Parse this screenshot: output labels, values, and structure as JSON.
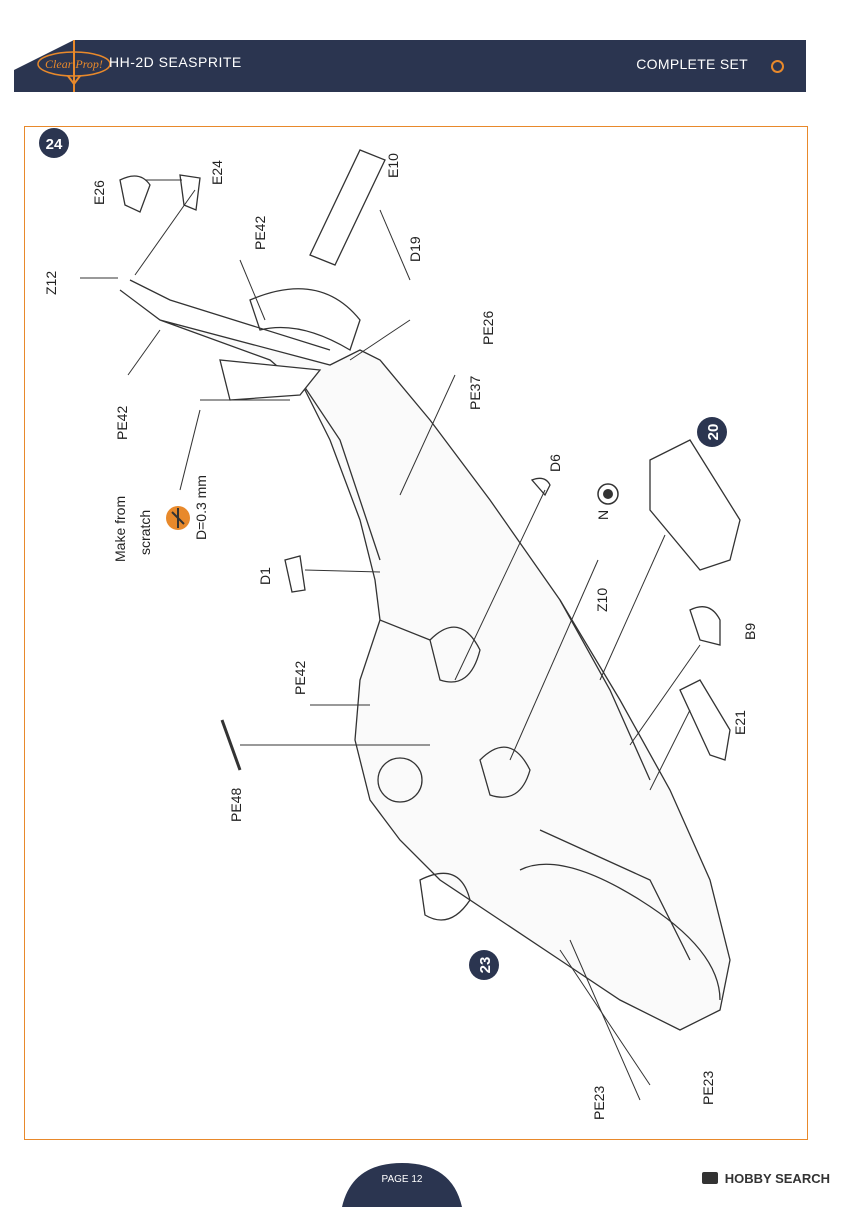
{
  "header": {
    "title": "HH-2D SEASPRITE",
    "set_name": "COMPLETE SET",
    "logo_text": "Clear Prop!",
    "colors": {
      "bar": "#2b3550",
      "accent": "#e8892b"
    }
  },
  "steps": {
    "main": "24",
    "ref_a": "20",
    "ref_b": "23"
  },
  "parts": {
    "e26": "E26",
    "e24": "E24",
    "e10": "E10",
    "d19": "D19",
    "pe42_top": "PE42",
    "z12": "Z12",
    "pe26": "PE26",
    "pe42_left": "PE42",
    "pe37": "PE37",
    "d6": "D6",
    "n": "N",
    "d1": "D1",
    "z10": "Z10",
    "b9": "B9",
    "pe42_mid": "PE42",
    "e21": "E21",
    "pe48": "PE48",
    "pe23_a": "PE23",
    "pe23_b": "PE23"
  },
  "note": {
    "line1": "Make from",
    "line2": "scratch",
    "dim": "D=0.3 mm"
  },
  "footer": {
    "page": "PAGE 12",
    "watermark_brand": "HOBBY",
    "watermark_text": "SEARCH"
  }
}
